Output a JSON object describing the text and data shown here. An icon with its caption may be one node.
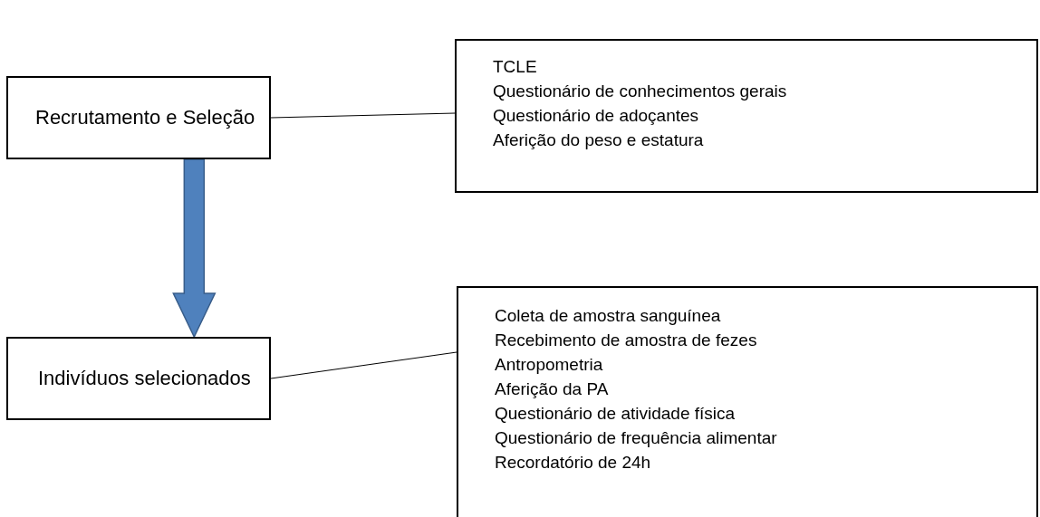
{
  "diagram": {
    "nodes": [
      {
        "text": [
          "Recrutamento e Seleção"
        ]
      },
      {
        "text": [
          "TCLE",
          "Questionário de conhecimentos gerais",
          "Questionário de adoçantes",
          "Aferição do peso e estatura"
        ]
      },
      {
        "text": [
          "Indivíduos selecionados"
        ]
      },
      {
        "text": [
          "Coleta de amostra sanguínea",
          "Recebimento de amostra de fezes",
          "Antropometria",
          "Aferição da PA",
          "Questionário de atividade física",
          "Questionário de frequência alimentar",
          "Recordatório de 24h"
        ]
      }
    ],
    "edges": [
      {
        "from": 0,
        "to": 1,
        "arrow": "none"
      },
      {
        "from": 0,
        "to": 2,
        "arrow": "to",
        "style": "thick",
        "color": "#4f81bd"
      },
      {
        "from": 2,
        "to": 3,
        "arrow": "none"
      }
    ]
  }
}
